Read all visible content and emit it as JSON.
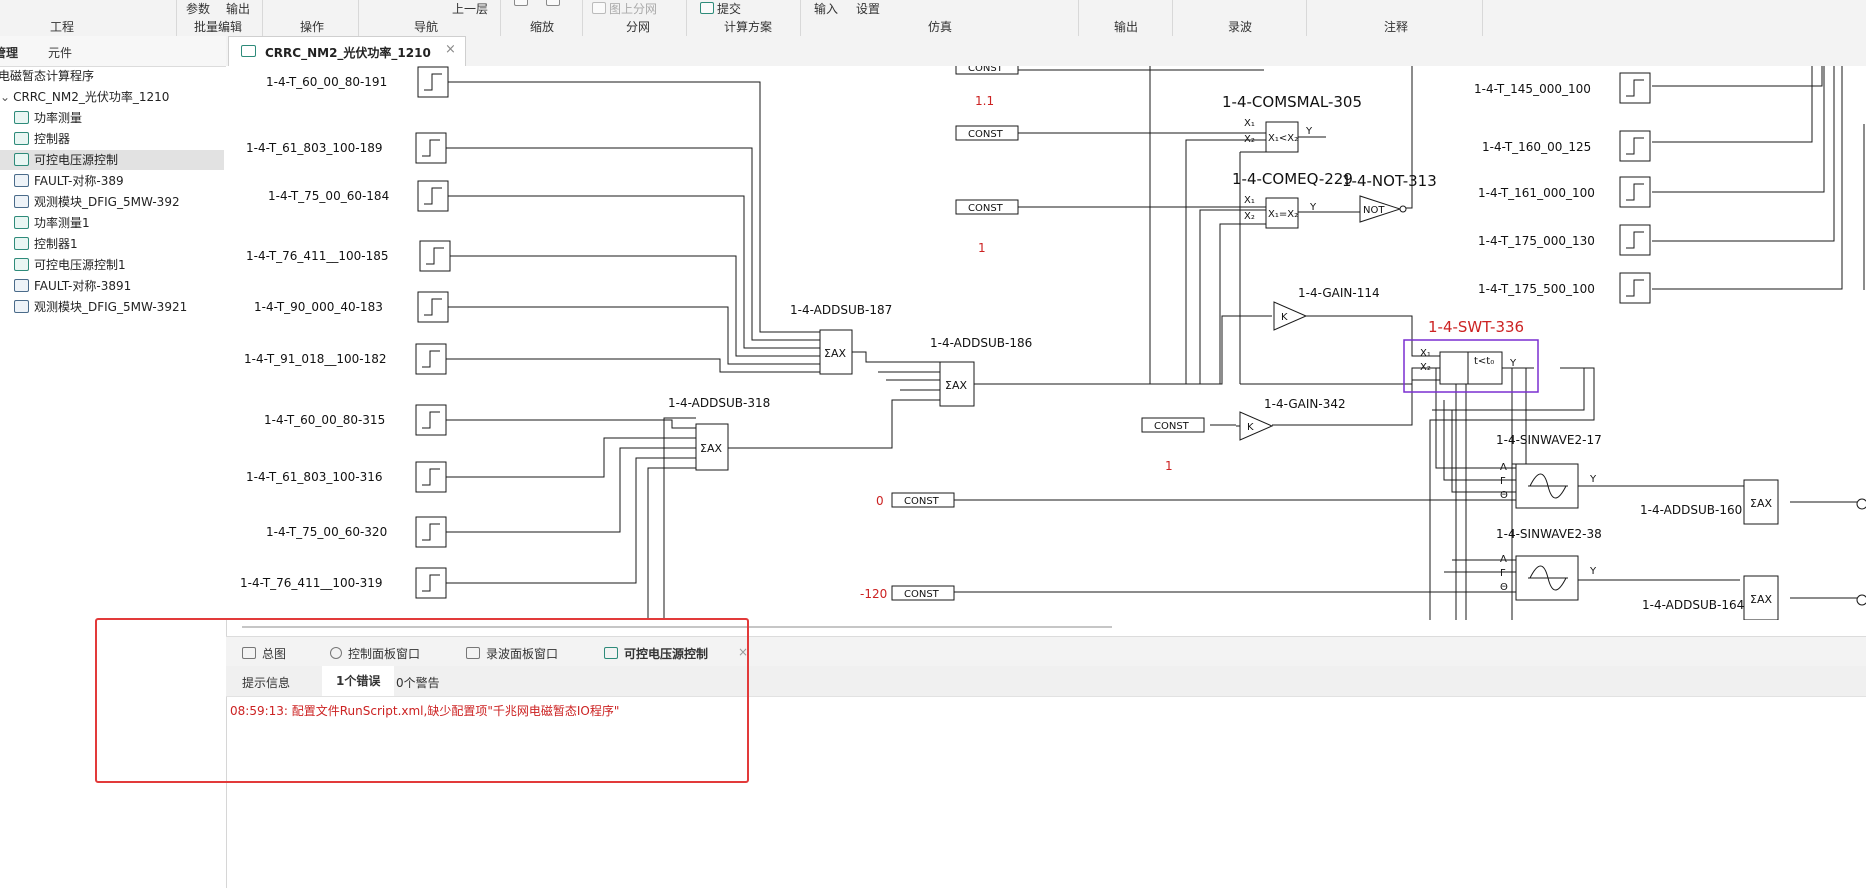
{
  "ribbon": {
    "top_items": [
      "参数",
      "输出",
      "上一层",
      "图上分网",
      "提交",
      "输入",
      "设置"
    ],
    "groups": [
      "工程",
      "批量编辑",
      "操作",
      "导航",
      "缩放",
      "分网",
      "计算方案",
      "仿真",
      "输出",
      "录波",
      "注释"
    ]
  },
  "left_panel": {
    "tabs": [
      "管理",
      "元件"
    ],
    "root": "电磁暂态计算程序",
    "project": "CRRC_NM2_光伏功率_1210",
    "items": [
      "功率测量",
      "控制器",
      "可控电压源控制",
      "FAULT-对称-389",
      "观测模块_DFIG_5MW-392",
      "功率测量1",
      "控制器1",
      "可控电压源控制1",
      "FAULT-对称-3891",
      "观测模块_DFIG_5MW-3921"
    ],
    "selected_index": 2
  },
  "doc_tab": {
    "label": "CRRC_NM2_光伏功率_1210",
    "close": "×"
  },
  "diagram": {
    "step_labels_left": [
      "1-4-T_60_00_80-191",
      "1-4-T_61_803_100-189",
      "1-4-T_75_00_60-184",
      "1-4-T_76_411__100-185",
      "1-4-T_90_000_40-183",
      "1-4-T_91_018__100-182",
      "1-4-T_60_00_80-315",
      "1-4-T_61_803_100-316",
      "1-4-T_75_00_60-320",
      "1-4-T_76_411__100-319"
    ],
    "step_labels_right": [
      "1-4-T_145_000_100",
      "1-4-T_160_00_125",
      "1-4-T_161_000_100",
      "1-4-T_175_000_130",
      "1-4-T_175_500_100"
    ],
    "blocks": {
      "addsub187": "1-4-ADDSUB-187",
      "addsub186": "1-4-ADDSUB-186",
      "addsub318": "1-4-ADDSUB-318",
      "comsmal": "1-4-COMSMAL-305",
      "comeq": "1-4-COMEQ-229",
      "not": "1-4-NOT-313",
      "gain114": "1-4-GAIN-114",
      "gain342": "1-4-GAIN-342",
      "swt": "1-4-SWT-336",
      "sinwave17": "1-4-SINWAVE2-17",
      "sinwave38": "1-4-SINWAVE2-38",
      "addsub160": "1-4-ADDSUB-160",
      "addsub164": "1-4-ADDSUB-164"
    },
    "const_label": "CONST",
    "const_values": [
      "1.1",
      "1",
      "1",
      "0",
      "-120"
    ],
    "sum_label": "ΣAX",
    "gain_label": "K",
    "not_label": "NOT",
    "port_y": "Y",
    "port_x1": "X₁",
    "port_x2": "X₂",
    "cmp_lt": "X₁<X₂",
    "cmp_eq": "X₁=X₂",
    "swt_cond": "t<t₀",
    "sin_ports": [
      "A",
      "F",
      "Θ"
    ]
  },
  "bottom_tabs": [
    "总图",
    "控制面板窗口",
    "录波面板窗口",
    "可控电压源控制"
  ],
  "bottom_close": "×",
  "message_tabs": [
    "提示信息",
    "1个错误",
    "0个警告"
  ],
  "message": "08:59:13: 配置文件RunScript.xml,缺少配置项\"千兆网电磁暂态IO程序\"",
  "colors": {
    "error": "#cc2222",
    "highlight_box": "#e23a3a",
    "selection_box": "#7a2fd0"
  }
}
